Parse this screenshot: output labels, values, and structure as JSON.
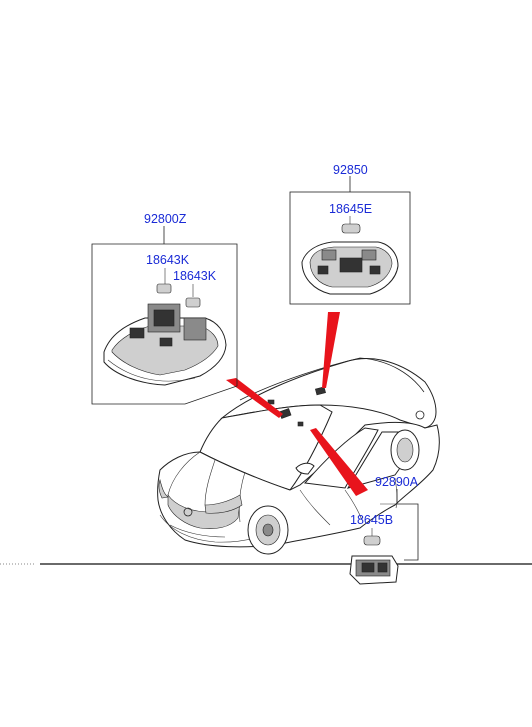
{
  "diagram": {
    "parts": {
      "front_lamp_assy": "92800Z",
      "front_bulb_a": "18643K",
      "front_bulb_b": "18643K",
      "center_lamp_assy": "92850",
      "center_bulb": "18645E",
      "vanity_lamp_assy": "92890A",
      "vanity_bulb": "18645B"
    },
    "colors": {
      "callout_text": "#1a2bd6",
      "pointer": "#e8141c",
      "line": "#222222"
    }
  }
}
